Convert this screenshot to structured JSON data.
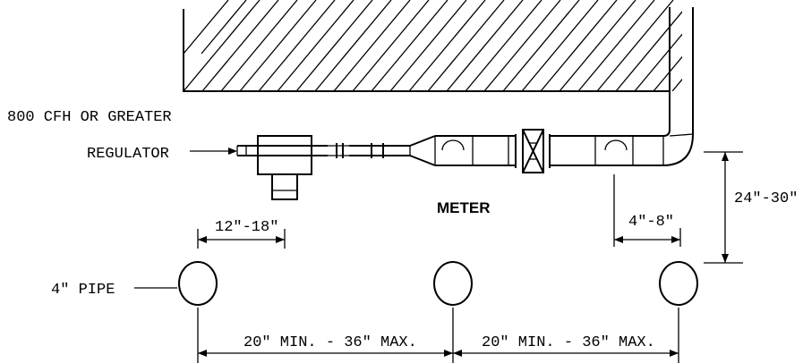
{
  "labels": {
    "capacity": "800 CFH OR GREATER",
    "regulator": "REGULATOR",
    "meter": "METER",
    "pipe": "4\"  PIPE",
    "dim_regulator_offset": "12\"-18\"",
    "dim_riser_offset": "4\"-8\"",
    "dim_height": "24\"-30\"",
    "dim_spacing_left": "20\" MIN. - 36\"  MAX.",
    "dim_spacing_right": "20\" MIN. - 36\"  MAX."
  }
}
